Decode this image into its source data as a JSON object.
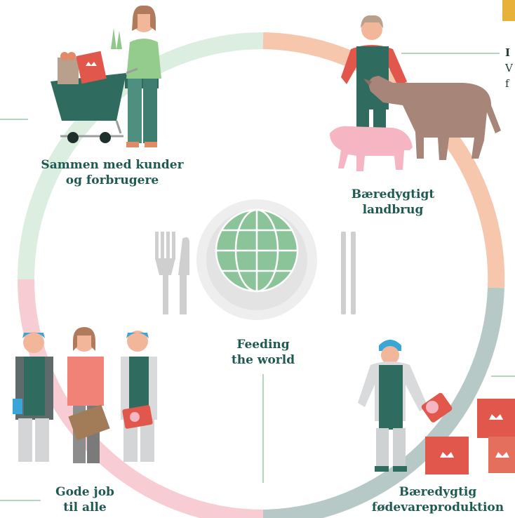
{
  "labels": {
    "customers": {
      "line1": "Sammen med kunder",
      "line2": "og forbrugere"
    },
    "farming": {
      "line1": "Bæredygtigt",
      "line2": "landbrug"
    },
    "food_production": {
      "line1": "Bæredygtig",
      "line2": "fødevareproduktion"
    },
    "jobs": {
      "line1": "Gode job",
      "line2": "til alle"
    },
    "center": {
      "line1": "Feeding",
      "line2": "the world"
    }
  },
  "edge_text": {
    "line1": "I",
    "line2": "V",
    "line3": "f"
  },
  "colors": {
    "teal_text": "#1f5a52",
    "ring_green": "#dbeee0",
    "ring_peach": "#f6c6ad",
    "ring_grey": "#b6c9c6",
    "ring_pink": "#f7cdd3",
    "globe": "#8cc49a",
    "plate": "#e6e6e6",
    "cutlery": "#cfcfcf",
    "accent_box": "#e2574c",
    "banner": "#e8b23a"
  },
  "icons": [
    "globe-icon",
    "fork-icon",
    "knife-icon",
    "chopsticks-icon",
    "shopping-cart-icon",
    "cow-icon",
    "pig-icon",
    "crown-box-icon"
  ]
}
